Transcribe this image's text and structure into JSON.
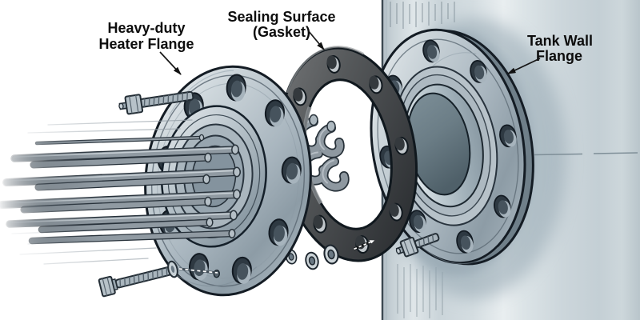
{
  "figure": {
    "type": "exploded-technical-illustration",
    "background": "#ffffff"
  },
  "labels": {
    "heater_flange": {
      "line1": "Heavy-duty",
      "line2": "Heater Flange"
    },
    "sealing_surface": {
      "line1": "Sealing Surface",
      "line2": "(Gasket)"
    },
    "tank_wall_flange": {
      "line1": "Tank Wall",
      "line2": "Flange"
    }
  },
  "colors": {
    "background": "#ffffff",
    "outline": "#18222a",
    "label_text": "#0d0d0d",
    "metal_light": "#f0f3f5",
    "metal_mid": "#aeb9c2",
    "metal_dark": "#7c8c97",
    "gasket_dark": "#33373a",
    "gasket_light": "#77797b",
    "tube": "#909aa2",
    "tank_wall": "#cfd9dd",
    "bore": "#687a84"
  }
}
